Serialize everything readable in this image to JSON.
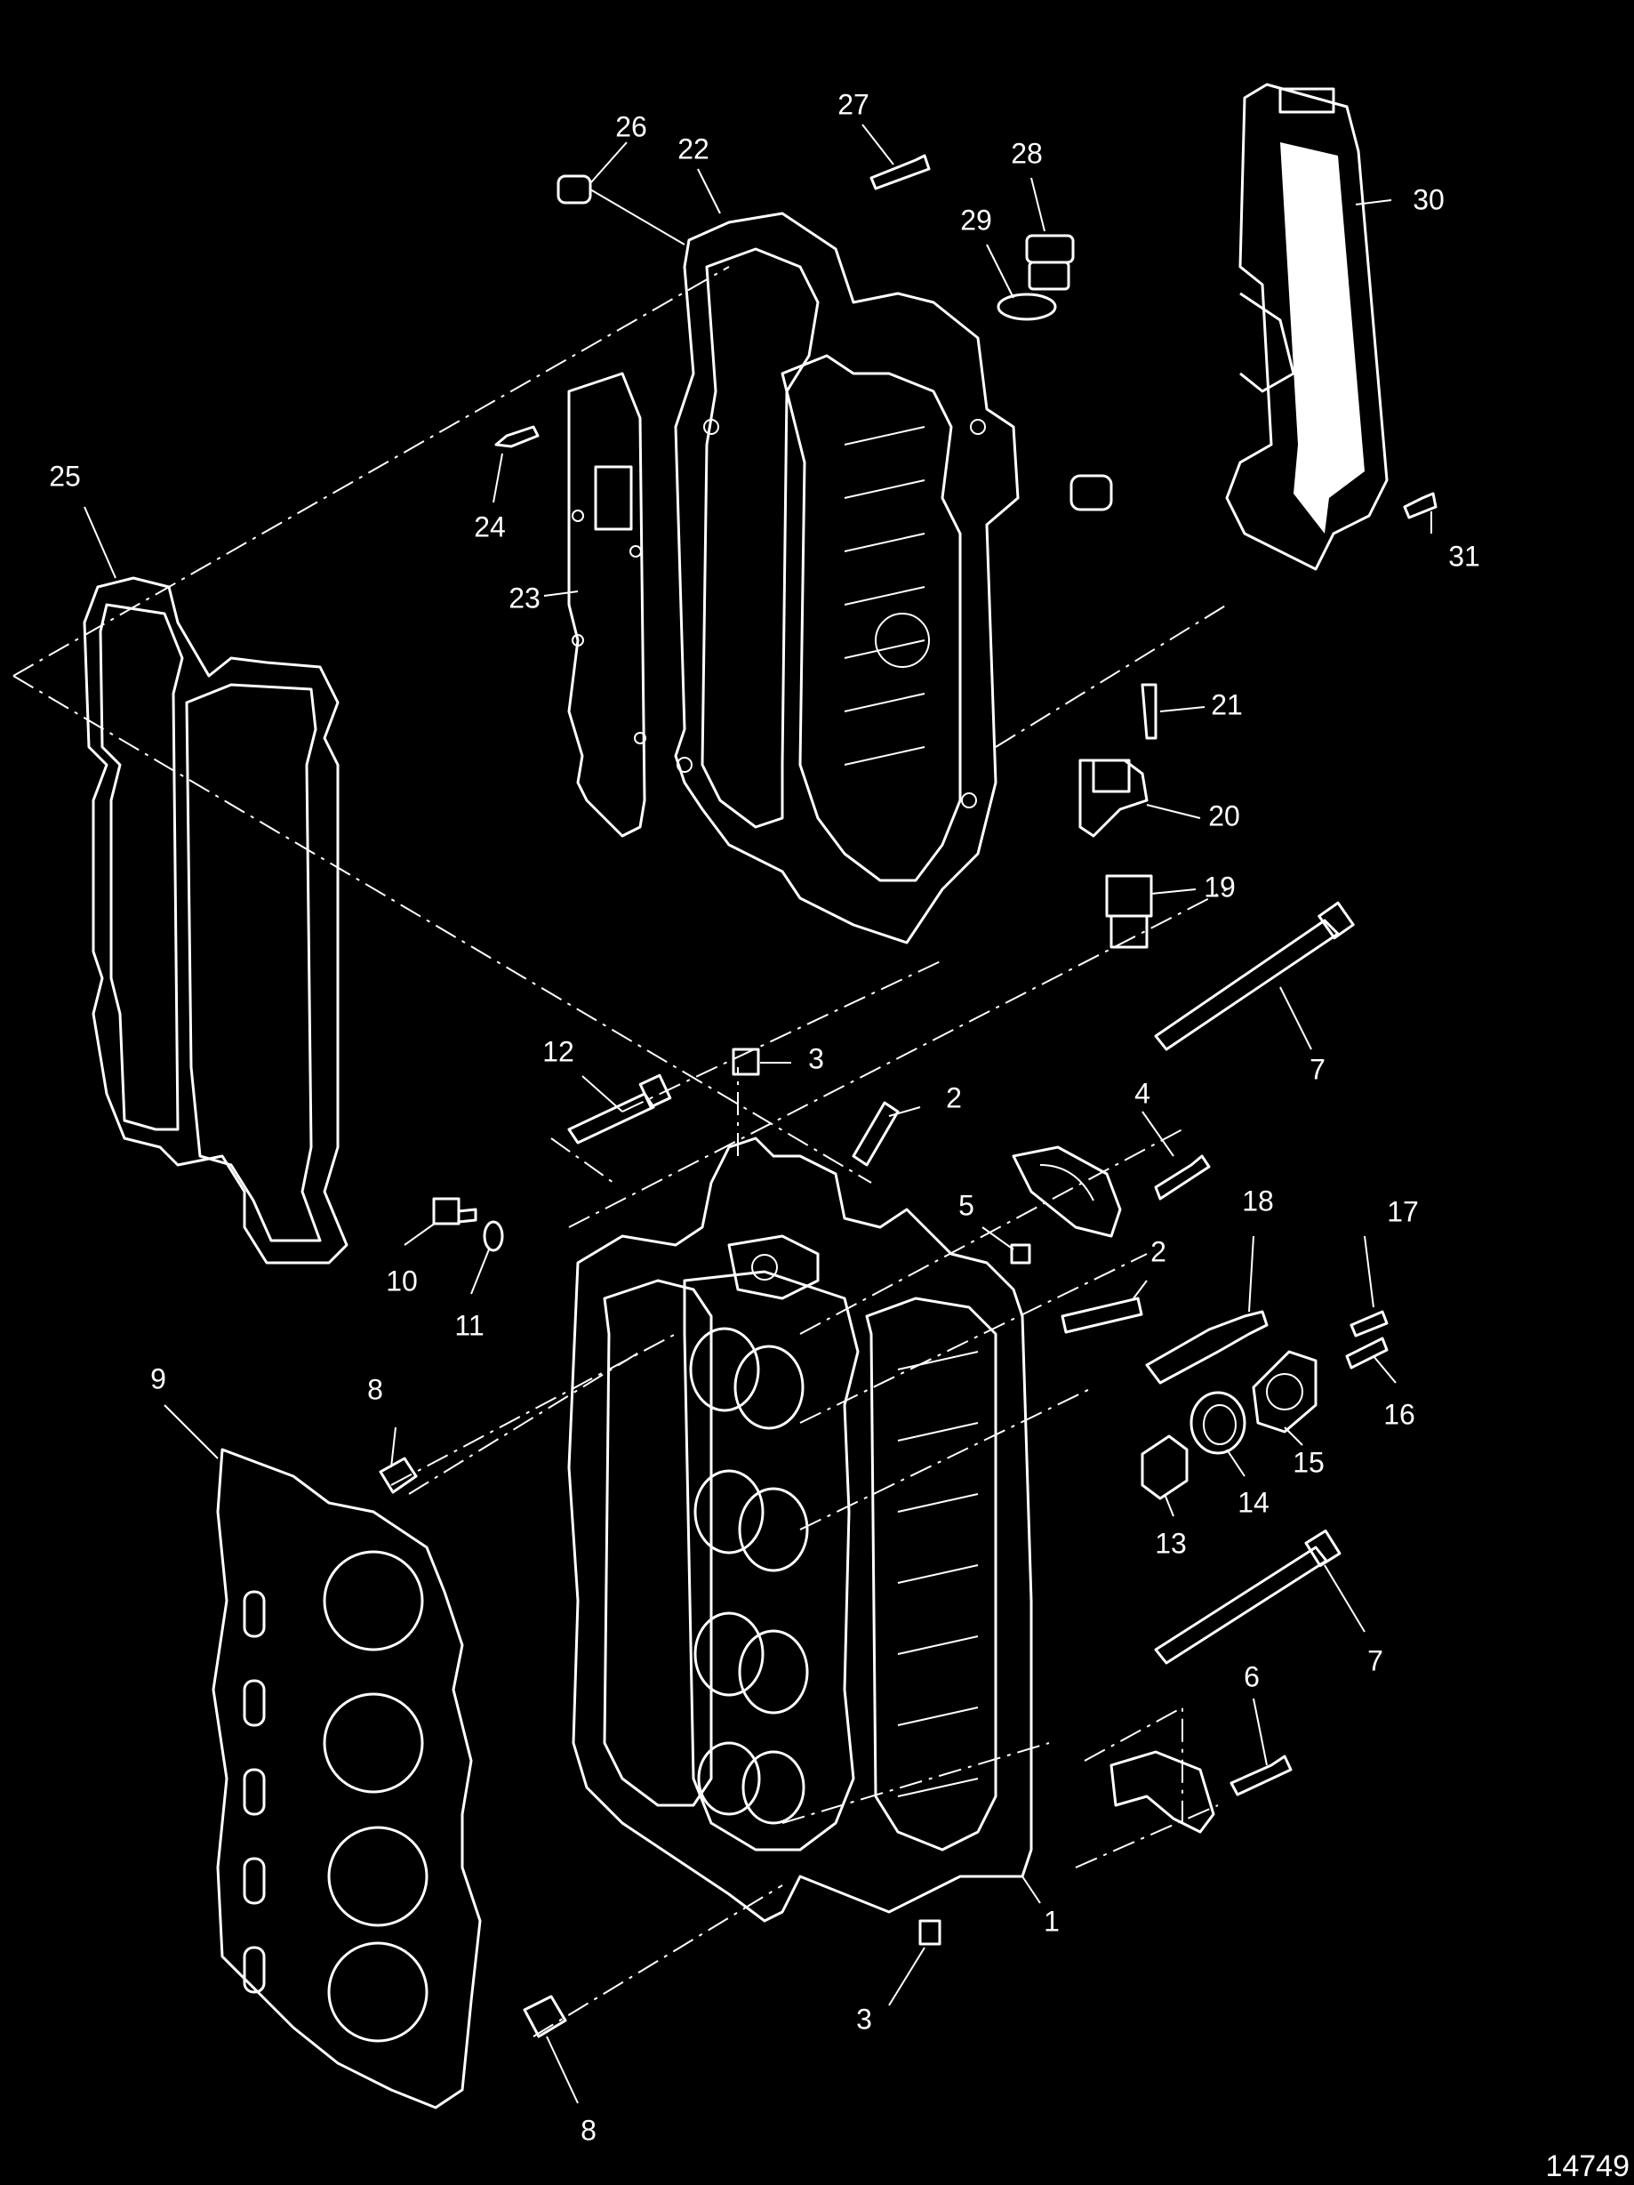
{
  "figure_number": "14749",
  "callouts": [
    {
      "id": "c26",
      "text": "26"
    },
    {
      "id": "c22",
      "text": "22"
    },
    {
      "id": "c27",
      "text": "27"
    },
    {
      "id": "c28",
      "text": "28"
    },
    {
      "id": "c29",
      "text": "29"
    },
    {
      "id": "c30",
      "text": "30"
    },
    {
      "id": "c25",
      "text": "25"
    },
    {
      "id": "c24",
      "text": "24"
    },
    {
      "id": "c23",
      "text": "23"
    },
    {
      "id": "c31",
      "text": "31"
    },
    {
      "id": "c21",
      "text": "21"
    },
    {
      "id": "c20",
      "text": "20"
    },
    {
      "id": "c19",
      "text": "19"
    },
    {
      "id": "c7a",
      "text": "7"
    },
    {
      "id": "c12",
      "text": "12"
    },
    {
      "id": "c3a",
      "text": "3"
    },
    {
      "id": "c2a",
      "text": "2"
    },
    {
      "id": "c4",
      "text": "4"
    },
    {
      "id": "c5",
      "text": "5"
    },
    {
      "id": "c18",
      "text": "18"
    },
    {
      "id": "c17",
      "text": "17"
    },
    {
      "id": "c2b",
      "text": "2"
    },
    {
      "id": "c10",
      "text": "10"
    },
    {
      "id": "c11",
      "text": "11"
    },
    {
      "id": "c9",
      "text": "9"
    },
    {
      "id": "c8a",
      "text": "8"
    },
    {
      "id": "c16",
      "text": "16"
    },
    {
      "id": "c15",
      "text": "15"
    },
    {
      "id": "c14",
      "text": "14"
    },
    {
      "id": "c13",
      "text": "13"
    },
    {
      "id": "c7b",
      "text": "7"
    },
    {
      "id": "c6",
      "text": "6"
    },
    {
      "id": "c1",
      "text": "1"
    },
    {
      "id": "c3b",
      "text": "3"
    },
    {
      "id": "c8b",
      "text": "8"
    }
  ]
}
